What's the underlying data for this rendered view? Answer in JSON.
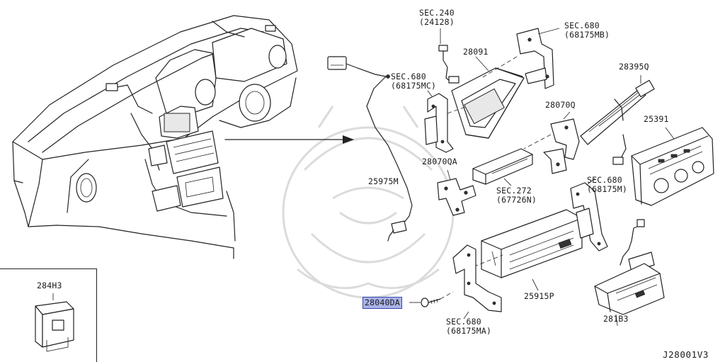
{
  "diagram": {
    "id": "J28001V3",
    "parts": [
      {
        "key": "sec240",
        "text": "SEC.240\n(24128)"
      },
      {
        "key": "sec680_mb",
        "text": "SEC.680\n(68175MB)"
      },
      {
        "key": "p28091",
        "text": "28091"
      },
      {
        "key": "p28395q",
        "text": "28395Q"
      },
      {
        "key": "sec680_mc",
        "text": "SEC.680\n(68175MC)"
      },
      {
        "key": "p28070q",
        "text": "28070Q"
      },
      {
        "key": "p25391",
        "text": "25391"
      },
      {
        "key": "p28070qa",
        "text": "28070QA"
      },
      {
        "key": "p25975m",
        "text": "25975M"
      },
      {
        "key": "sec272",
        "text": "SEC.272\n(67726N)"
      },
      {
        "key": "sec680_m",
        "text": "SEC.680\n(68175M)"
      },
      {
        "key": "p284h3",
        "text": "284H3"
      },
      {
        "key": "p28040da",
        "text": "28040DA",
        "highlighted": true
      },
      {
        "key": "p25915p",
        "text": "25915P"
      },
      {
        "key": "sec680_ma",
        "text": "SEC.680\n(68175MA)"
      },
      {
        "key": "p281b3",
        "text": "281B3"
      }
    ]
  },
  "colors": {
    "line": "#222222",
    "highlight_fill": "#aab3ea",
    "highlight_border": "#3c46a8",
    "watermark": "#d8d8d8"
  }
}
